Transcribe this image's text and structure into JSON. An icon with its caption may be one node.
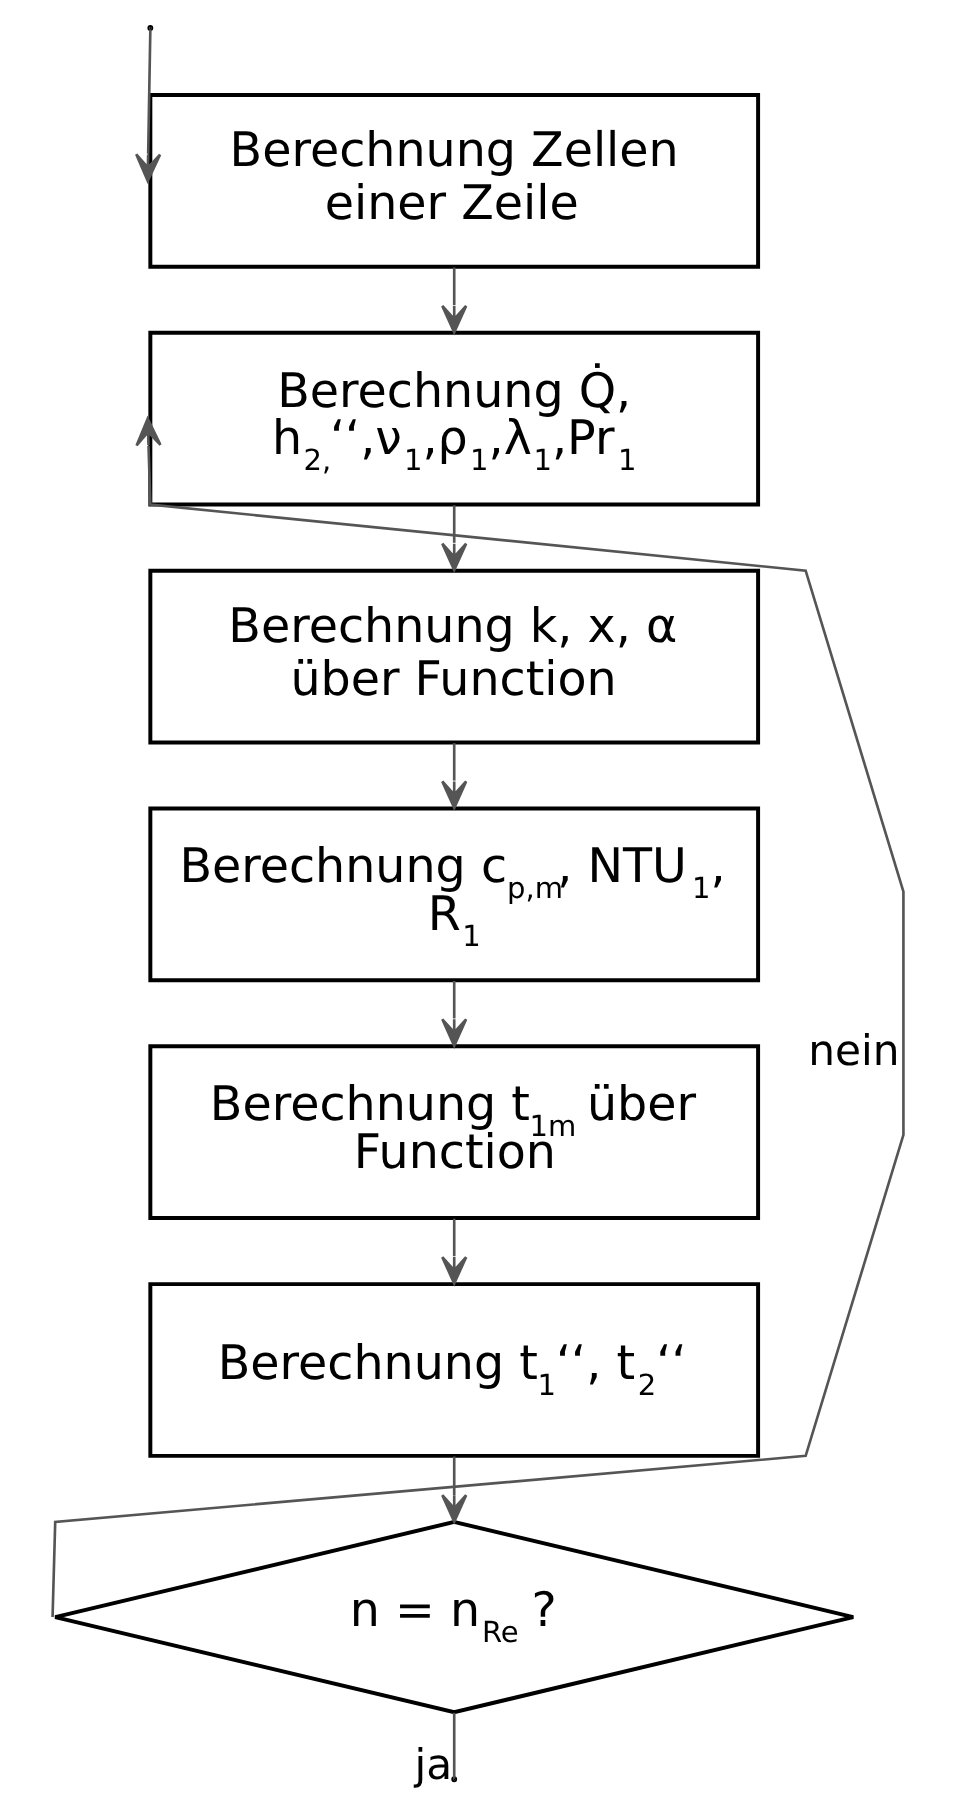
{
  "diagram": {
    "nodes": [
      {
        "text": [
          "Berechnung Zellen einer Zeile"
        ]
      },
      {
        "text": [
          "Berechnung Q̇, h$_{2,}$‘‘,ν$_{1}$,ρ$_{1}$,λ$_{1}$,Pr$_{1}$"
        ]
      },
      {
        "text": [
          "Berechnung k, x, α über Function"
        ]
      },
      {
        "text": [
          "Berechnung c$_{p,m}$, NTU$_{1}$, R$_{1}$"
        ]
      },
      {
        "text": [
          "Berechnung t$_{1m}$ über Function"
        ]
      },
      {
        "text": [
          "Berechnung t$_{1}$‘‘, t$_{2}$‘‘"
        ]
      },
      {
        "text": [
          "n = n$_{Re}$ ?"
        ]
      }
    ],
    "edges": [
      {
        "from": null,
        "to": 0,
        "arrow": "to"
      },
      {
        "from": 0,
        "to": 1,
        "arrow": "to"
      },
      {
        "from": 1,
        "to": 2,
        "arrow": "to"
      },
      {
        "from": 2,
        "to": 3,
        "arrow": "to"
      },
      {
        "from": 3,
        "to": 4,
        "arrow": "to"
      },
      {
        "from": 4,
        "to": 5,
        "arrow": "to"
      },
      {
        "from": 5,
        "to": 6,
        "arrow": "to"
      },
      {
        "from": 6,
        "to": 1,
        "arrow": "to",
        "label": "nein"
      },
      {
        "from": 6,
        "to": null,
        "arrow": "none",
        "label": "ja"
      }
    ]
  }
}
